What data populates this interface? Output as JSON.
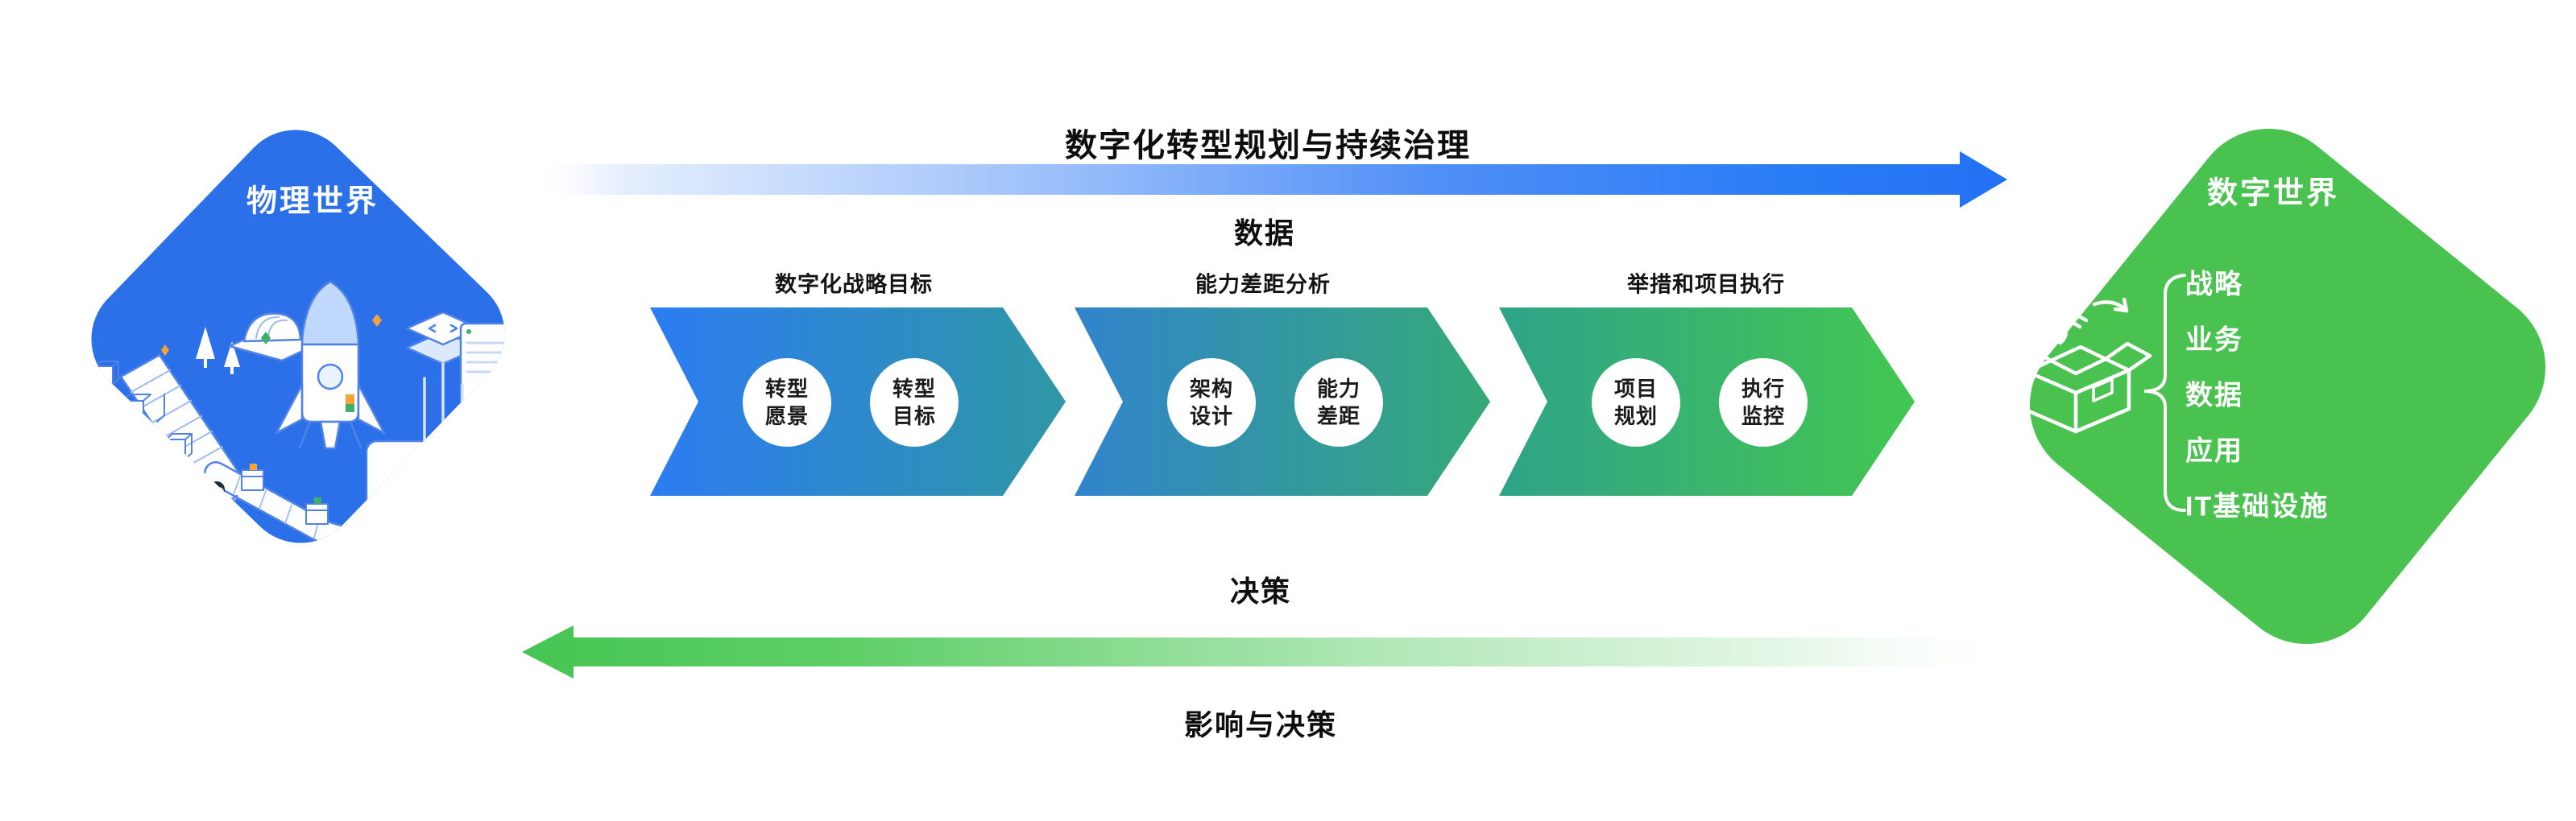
{
  "colors": {
    "physical_world_blue": "#2B70E8",
    "digital_world_green": "#49C24F",
    "top_arrow_blue": "#2B7CF7",
    "bottom_arrow_green": "#4ACB57",
    "stage1_gradient_start": "#2C7CF2",
    "stage1_gradient_end": "#2F97A4",
    "stage2_gradient_start": "#3184CD",
    "stage2_gradient_end": "#35AA76",
    "stage3_gradient_start": "#2FA388",
    "stage3_gradient_end": "#43C751",
    "label_text": "#111111",
    "accent_orange": "#F6A33A",
    "accent_green": "#3FAE68"
  },
  "top_flow": {
    "title": "数字化转型规划与持续治理",
    "arrow_label": "数据"
  },
  "bottom_flow": {
    "arrow_label": "决策",
    "caption": "影响与决策"
  },
  "physical_world": {
    "label": "物理世界",
    "illustration": "isometric-factory-rocket-scene"
  },
  "digital_world": {
    "label": "数字世界",
    "icon": "open-box-sync-icon",
    "layers": [
      {
        "label": "战略"
      },
      {
        "label": "业务"
      },
      {
        "label": "数据"
      },
      {
        "label": "应用"
      },
      {
        "label": "IT基础设施"
      }
    ]
  },
  "stages": [
    {
      "label": "数字化战略目标",
      "circles": [
        {
          "line1": "转型",
          "line2": "愿景"
        },
        {
          "line1": "转型",
          "line2": "目标"
        }
      ]
    },
    {
      "label": "能力差距分析",
      "circles": [
        {
          "line1": "架构",
          "line2": "设计"
        },
        {
          "line1": "能力",
          "line2": "差距"
        }
      ]
    },
    {
      "label": "举措和项目执行",
      "circles": [
        {
          "line1": "项目",
          "line2": "规划"
        },
        {
          "line1": "执行",
          "line2": "监控"
        }
      ]
    }
  ]
}
